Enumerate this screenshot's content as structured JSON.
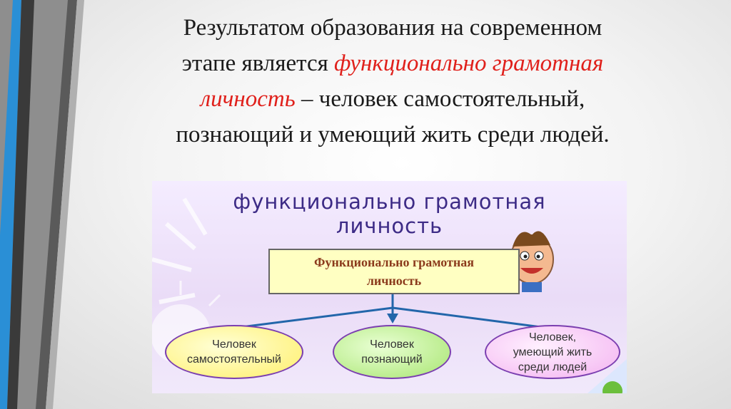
{
  "slide": {
    "line1": "Результатом образования на современном",
    "line2_a": "этапе является ",
    "line2_b": "функционально грамотная",
    "line3_a": "личность",
    "line3_b": " – человек самостоятельный,",
    "line4": "познающий и умеющий жить среди людей."
  },
  "card": {
    "title_line1": "функционально грамотная",
    "title_line2": "личность",
    "box_line1": "Функционально грамотная",
    "box_line2": "личность",
    "oval1_line1": "Человек",
    "oval1_line2": "самостоятельный",
    "oval2_line1": "Человек",
    "oval2_line2": "познающий",
    "oval3_line1": "Человек,",
    "oval3_line2": "умеющий жить",
    "oval3_line3": "среди людей"
  },
  "colors": {
    "accent_red": "#e0201b",
    "title_purple": "#3d2b86",
    "box_yellow": "#ffffc2",
    "stripe_blue": "#2a8fd6"
  },
  "icons": [
    "cartoon-boy-icon",
    "sun-decoration-icon",
    "arrow-down-icon"
  ]
}
